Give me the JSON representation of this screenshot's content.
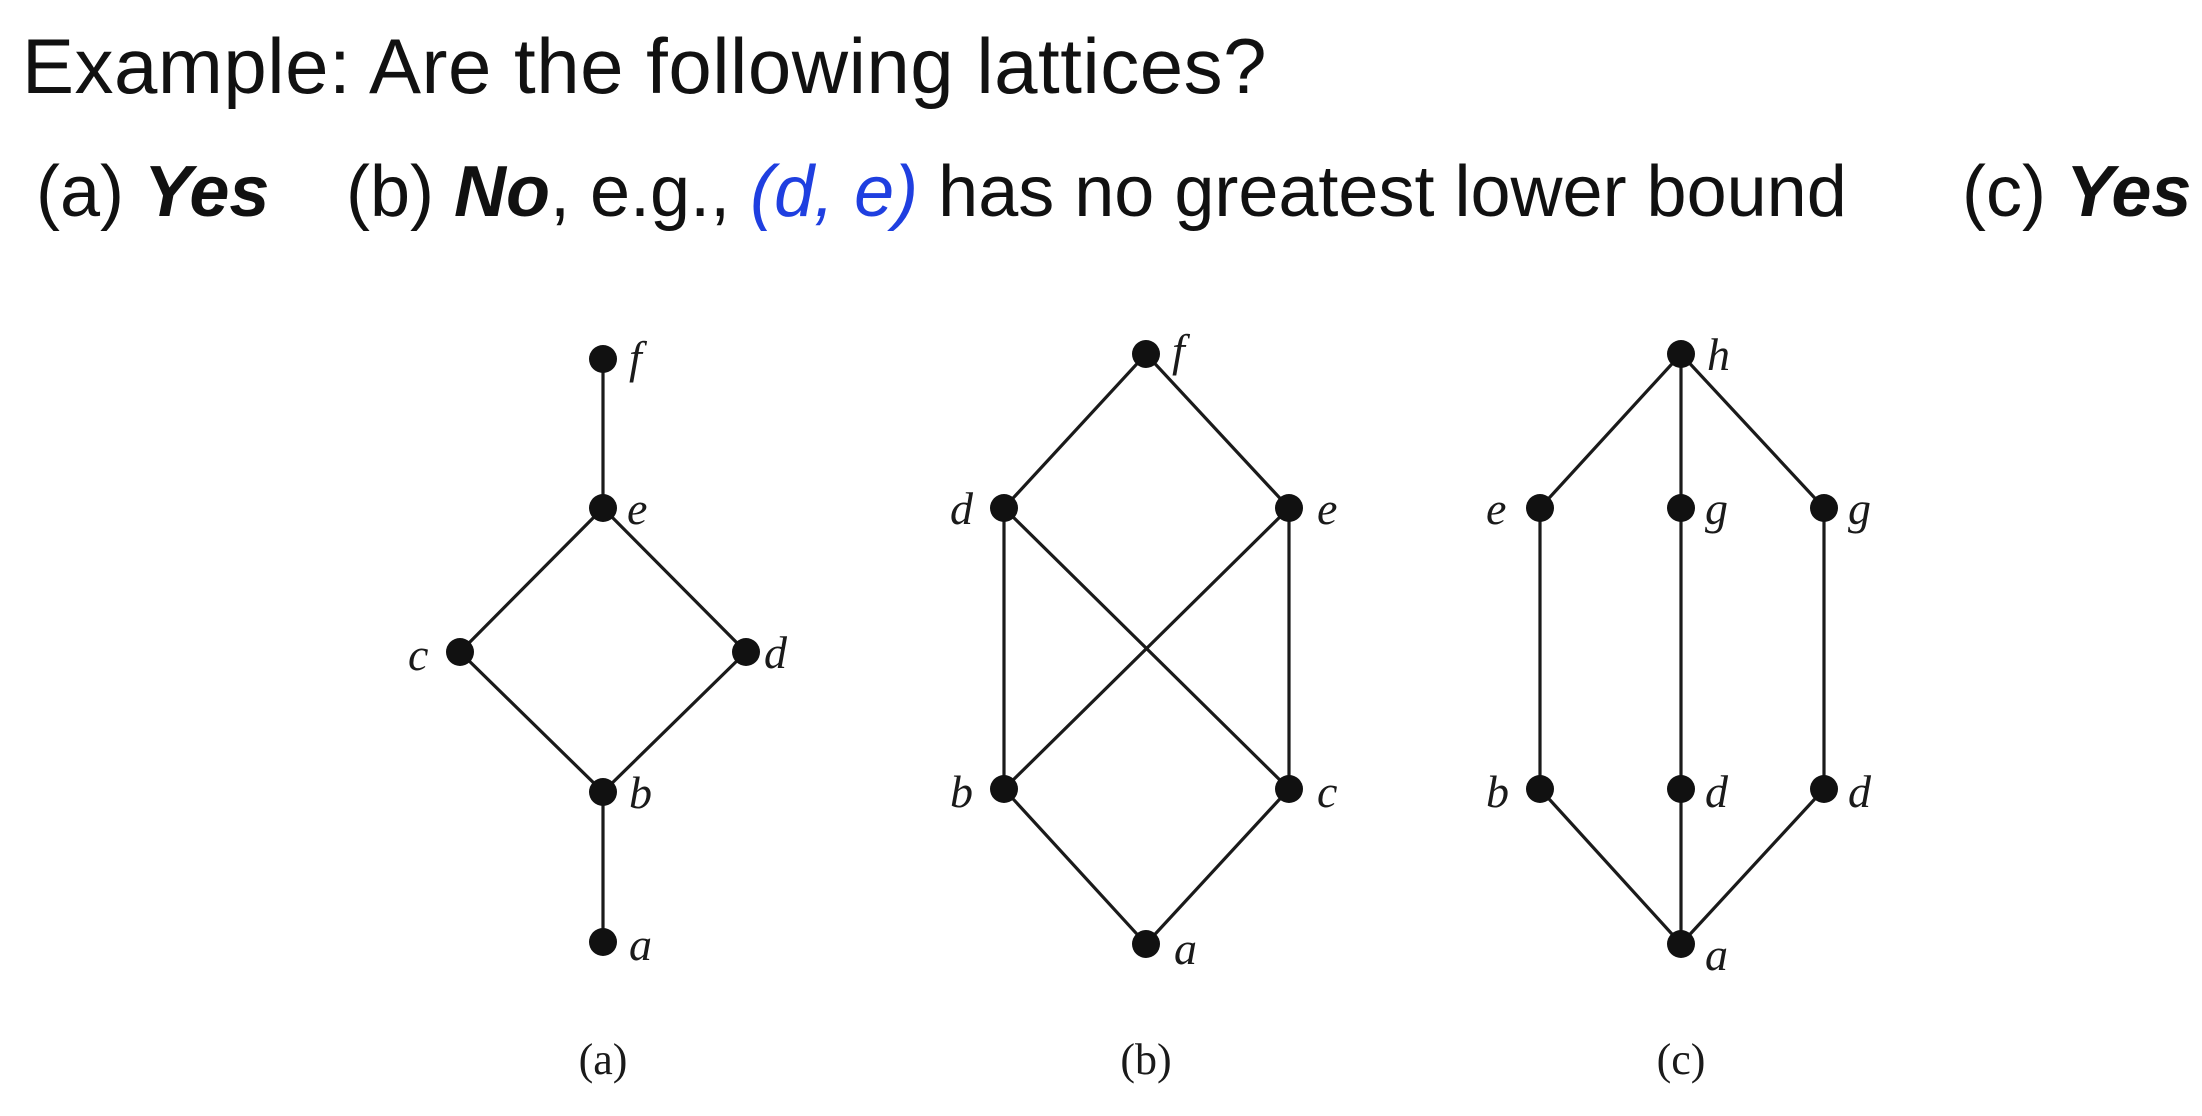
{
  "heading": {
    "title": "Example: Are the following lattices?"
  },
  "answers": {
    "a": {
      "tag": "(a) ",
      "verdict": "Yes"
    },
    "b": {
      "tag": "(b) ",
      "verdict": "No",
      "pre": ", e.g., ",
      "highlight": "(d, e)",
      "post": " has no greatest lower bound"
    },
    "c": {
      "tag": "(c) ",
      "verdict": "Yes"
    }
  },
  "diagrams": [
    {
      "caption": "(a)",
      "nodes": [
        {
          "id": "f",
          "label": "f"
        },
        {
          "id": "e",
          "label": "e"
        },
        {
          "id": "c",
          "label": "c"
        },
        {
          "id": "d",
          "label": "d"
        },
        {
          "id": "b",
          "label": "b"
        },
        {
          "id": "a",
          "label": "a"
        }
      ],
      "edges": [
        [
          "f",
          "e"
        ],
        [
          "e",
          "c"
        ],
        [
          "e",
          "d"
        ],
        [
          "c",
          "b"
        ],
        [
          "d",
          "b"
        ],
        [
          "b",
          "a"
        ]
      ]
    },
    {
      "caption": "(b)",
      "nodes": [
        {
          "id": "f",
          "label": "f"
        },
        {
          "id": "d",
          "label": "d"
        },
        {
          "id": "e",
          "label": "e"
        },
        {
          "id": "b",
          "label": "b"
        },
        {
          "id": "c",
          "label": "c"
        },
        {
          "id": "a",
          "label": "a"
        }
      ],
      "edges": [
        [
          "f",
          "d"
        ],
        [
          "f",
          "e"
        ],
        [
          "d",
          "b"
        ],
        [
          "d",
          "c"
        ],
        [
          "e",
          "b"
        ],
        [
          "e",
          "c"
        ],
        [
          "b",
          "a"
        ],
        [
          "c",
          "a"
        ]
      ]
    },
    {
      "caption": "(c)",
      "nodes": [
        {
          "id": "h",
          "label": "h"
        },
        {
          "id": "e",
          "label": "e"
        },
        {
          "id": "g1",
          "label": "g"
        },
        {
          "id": "g2",
          "label": "g"
        },
        {
          "id": "b",
          "label": "b"
        },
        {
          "id": "d1",
          "label": "d"
        },
        {
          "id": "d2",
          "label": "d"
        },
        {
          "id": "a",
          "label": "a"
        }
      ],
      "edges": [
        [
          "h",
          "e"
        ],
        [
          "h",
          "g1"
        ],
        [
          "h",
          "g2"
        ],
        [
          "e",
          "b"
        ],
        [
          "g1",
          "d1"
        ],
        [
          "g2",
          "d2"
        ],
        [
          "b",
          "a"
        ],
        [
          "d1",
          "a"
        ],
        [
          "d2",
          "a"
        ]
      ]
    }
  ]
}
